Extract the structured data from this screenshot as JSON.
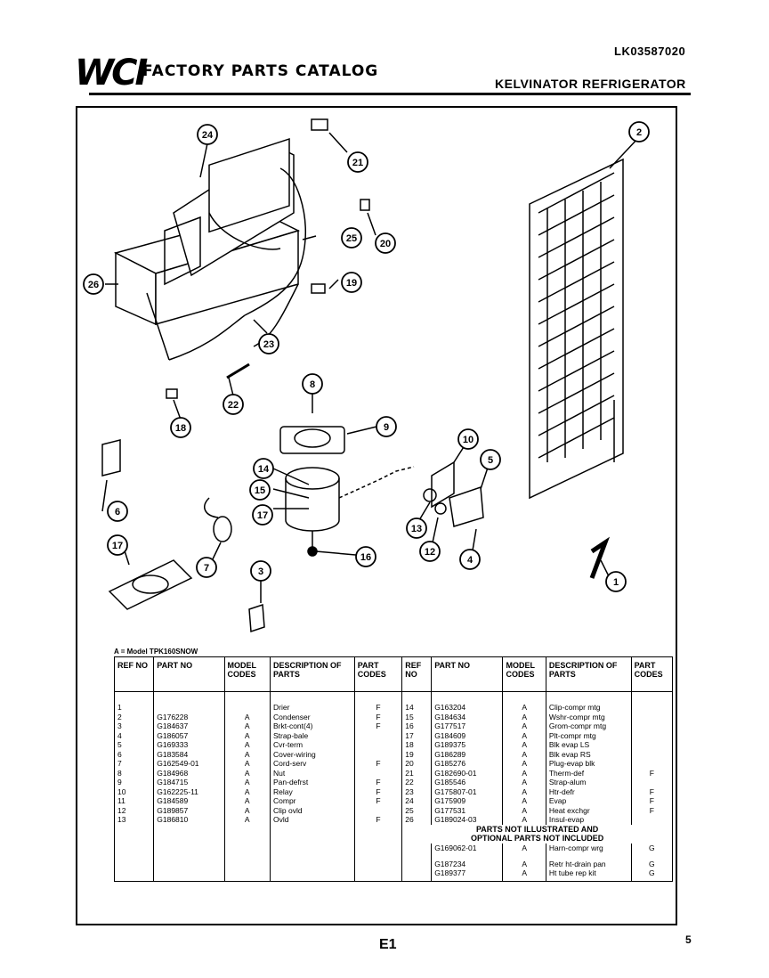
{
  "doc_number": "LK03587020",
  "logo": "WCI",
  "catalog_title": "FACTORY PARTS CATALOG",
  "brand_title": "KELVINATOR REFRIGERATOR",
  "callouts": [
    "24",
    "21",
    "2",
    "25",
    "20",
    "26",
    "19",
    "23",
    "22",
    "18",
    "8",
    "9",
    "10",
    "6",
    "14",
    "5",
    "15",
    "16",
    "17",
    "13",
    "12",
    "7",
    "4",
    "17",
    "1",
    "3"
  ],
  "model_note": "A = Model TPK160SNOW",
  "table_headers": {
    "ref": "REF NO",
    "part": "PART NO",
    "model": "MODEL CODES",
    "desc": "DESCRIPTION OF PARTS",
    "codes": "PART CODES"
  },
  "left_rows": [
    {
      "ref": "1",
      "part": "",
      "model": "",
      "desc": "Drier",
      "code": "F"
    },
    {
      "ref": "2",
      "part": "G176228",
      "model": "A",
      "desc": "Condenser",
      "code": "F"
    },
    {
      "ref": "3",
      "part": "G184637",
      "model": "A",
      "desc": "Brkt-cont(4)",
      "code": "F"
    },
    {
      "ref": "4",
      "part": "G186057",
      "model": "A",
      "desc": "Strap-bale",
      "code": ""
    },
    {
      "ref": "5",
      "part": "G169333",
      "model": "A",
      "desc": "Cvr-term",
      "code": ""
    },
    {
      "ref": "6",
      "part": "G183584",
      "model": "A",
      "desc": "Cover-wiring",
      "code": ""
    },
    {
      "ref": "7",
      "part": "G162549-01",
      "model": "A",
      "desc": "Cord-serv",
      "code": "F"
    },
    {
      "ref": "8",
      "part": "G184968",
      "model": "A",
      "desc": "Nut",
      "code": ""
    },
    {
      "ref": "9",
      "part": "G184715",
      "model": "A",
      "desc": "Pan-defrst",
      "code": "F"
    },
    {
      "ref": "10",
      "part": "G162225-11",
      "model": "A",
      "desc": "Relay",
      "code": "F"
    },
    {
      "ref": "11",
      "part": "G184589",
      "model": "A",
      "desc": "Compr",
      "code": "F"
    },
    {
      "ref": "12",
      "part": "G189857",
      "model": "A",
      "desc": "Clip ovld",
      "code": ""
    },
    {
      "ref": "13",
      "part": "G186810",
      "model": "A",
      "desc": "Ovld",
      "code": "F"
    }
  ],
  "right_rows": [
    {
      "ref": "14",
      "part": "G163204",
      "model": "A",
      "desc": "Clip-compr mtg",
      "code": ""
    },
    {
      "ref": "15",
      "part": "G184634",
      "model": "A",
      "desc": "Wshr-compr mtg",
      "code": ""
    },
    {
      "ref": "16",
      "part": "G177517",
      "model": "A",
      "desc": "Grom-compr mtg",
      "code": ""
    },
    {
      "ref": "17",
      "part": "G184609",
      "model": "A",
      "desc": "Plt-compr mtg",
      "code": ""
    },
    {
      "ref": "18",
      "part": "G189375",
      "model": "A",
      "desc": "Blk evap LS",
      "code": ""
    },
    {
      "ref": "19",
      "part": "G186289",
      "model": "A",
      "desc": "Blk evap RS",
      "code": ""
    },
    {
      "ref": "20",
      "part": "G185276",
      "model": "A",
      "desc": "Plug-evap blk",
      "code": ""
    },
    {
      "ref": "21",
      "part": "G182690-01",
      "model": "A",
      "desc": "Therm-def",
      "code": "F"
    },
    {
      "ref": "22",
      "part": "G185546",
      "model": "A",
      "desc": "Strap-alum",
      "code": ""
    },
    {
      "ref": "23",
      "part": "G175807-01",
      "model": "A",
      "desc": "Htr-defr",
      "code": "F"
    },
    {
      "ref": "24",
      "part": "G175909",
      "model": "A",
      "desc": "Evap",
      "code": "F"
    },
    {
      "ref": "25",
      "part": "G177531",
      "model": "A",
      "desc": "Heat exchgr",
      "code": "F"
    },
    {
      "ref": "26",
      "part": "G189024-03",
      "model": "A",
      "desc": "Insul-evap",
      "code": ""
    }
  ],
  "not_included_note_1": "PARTS NOT ILLUSTRATED AND",
  "not_included_note_2": "OPTIONAL PARTS NOT INCLUDED",
  "extra_rows": [
    {
      "part": "G169062-01",
      "model": "A",
      "desc": "Harn-compr wrg",
      "code": "G"
    },
    {
      "part": "G187234",
      "model": "A",
      "desc": "Retr ht-drain pan",
      "code": "G"
    },
    {
      "part": "G189377",
      "model": "A",
      "desc": "Ht tube rep kit",
      "code": "G"
    }
  ],
  "page_code": "E1",
  "page_number": "5"
}
